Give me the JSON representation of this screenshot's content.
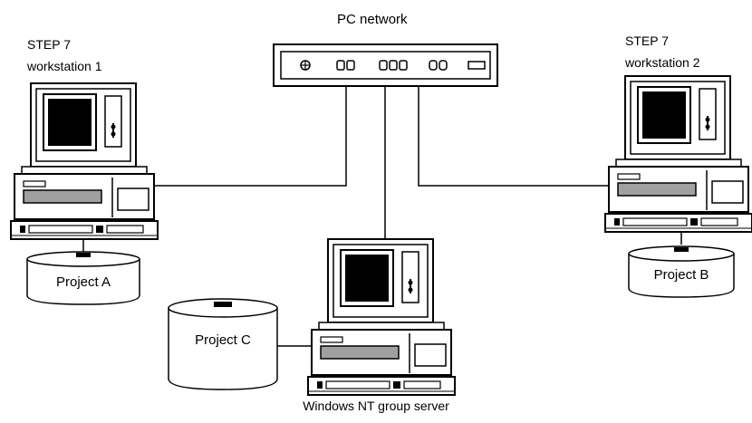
{
  "network": {
    "label": "PC network"
  },
  "workstations": [
    {
      "line1": "STEP 7",
      "line2": "workstation 1",
      "project": "Project A"
    },
    {
      "line1": "STEP 7",
      "line2": "workstation 2",
      "project": "Project B"
    }
  ],
  "server": {
    "label": "Windows NT group server",
    "project": "Project C"
  },
  "colors": {
    "stroke": "#000000",
    "background": "#ffffff",
    "screen": "#000000",
    "drive_slot": "#a0a0a0"
  },
  "icons": [
    "hub-icon",
    "computer-icon",
    "disk-icon"
  ]
}
